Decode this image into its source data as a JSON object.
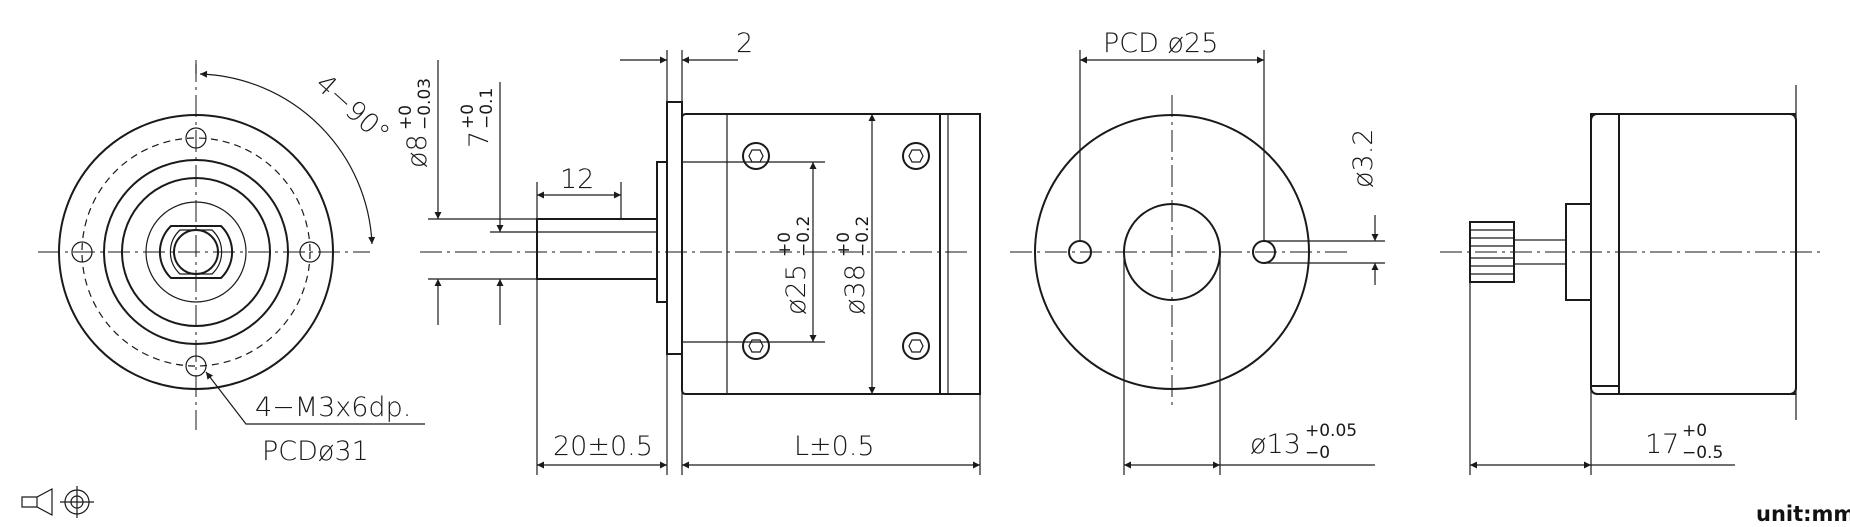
{
  "dimensions": {
    "angle_spacing": "4−90°",
    "thread_spec": "4−M3x6dp.",
    "thread_pcd": "PCDø31",
    "shaft_dia_main": "ø8",
    "shaft_dia_upper": "+0",
    "shaft_dia_lower": "−0.03",
    "flat_main": "7",
    "flat_upper": "+0",
    "flat_lower": "−0.1",
    "shaft_len": "12",
    "gap": "2",
    "pilot_main": "ø25",
    "pilot_upper": "+0",
    "pilot_lower": "−0.2",
    "body_main": "ø38",
    "body_upper": "+0",
    "body_lower": "−0.2",
    "shaft_total": "20±0.5",
    "body_len": "L±0.5",
    "pcd_rear": "PCD  ø25",
    "hole_dia": "ø3.2",
    "boss_main": "ø13",
    "boss_upper": "+0.05",
    "boss_lower": "−0",
    "side_len_main": "17",
    "side_len_upper": "+0",
    "side_len_lower": "−0.5"
  },
  "projection_symbol": "first-angle-projection",
  "unit_label": "unit:mm"
}
